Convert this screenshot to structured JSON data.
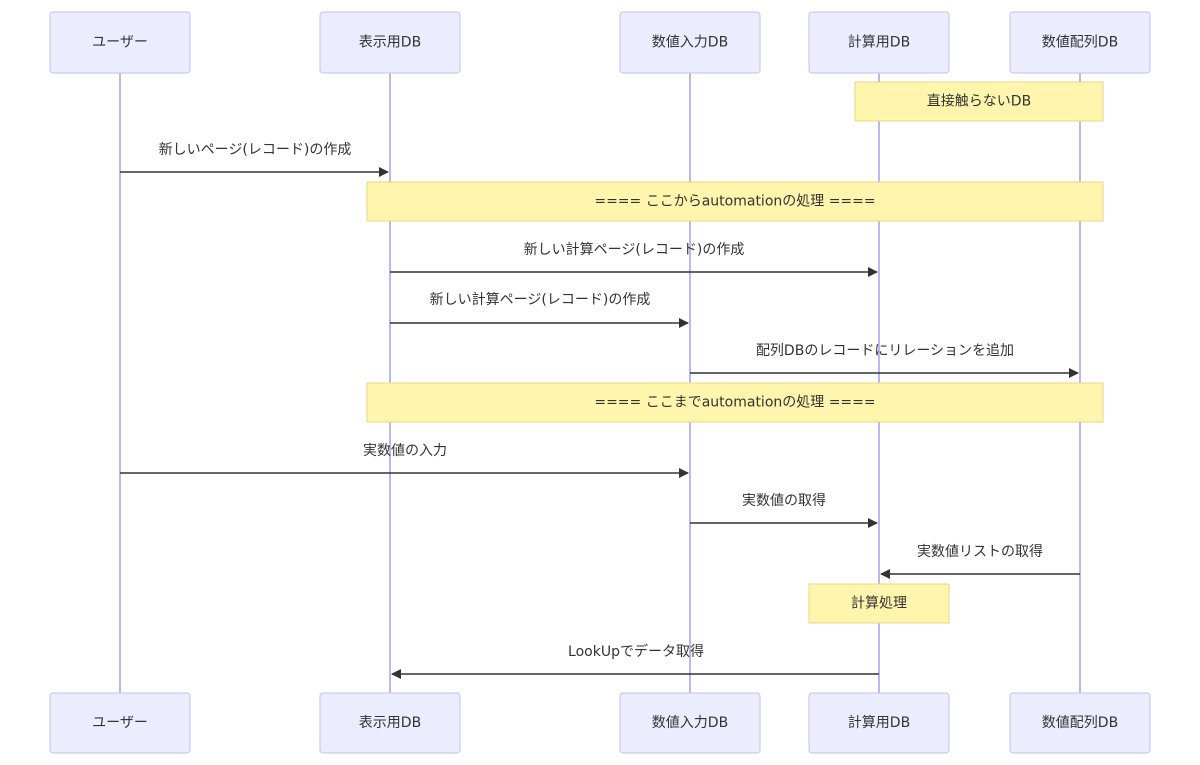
{
  "actors": [
    {
      "id": "user",
      "label": "ユーザー"
    },
    {
      "id": "display",
      "label": "表示用DB"
    },
    {
      "id": "input",
      "label": "数値入力DB"
    },
    {
      "id": "calc",
      "label": "計算用DB"
    },
    {
      "id": "array",
      "label": "数値配列DB"
    }
  ],
  "notes": [
    {
      "id": "no-direct",
      "label": "直接触らないDB"
    },
    {
      "id": "automation-start",
      "label": "==== ここからautomationの処理 ===="
    },
    {
      "id": "automation-end",
      "label": "==== ここまでautomationの処理 ===="
    },
    {
      "id": "calc-process",
      "label": "計算処理"
    }
  ],
  "messages": [
    {
      "id": "m1",
      "from": "user",
      "to": "display",
      "label": "新しいページ(レコード)の作成"
    },
    {
      "id": "m2",
      "from": "display",
      "to": "calc",
      "label": "新しい計算ページ(レコード)の作成"
    },
    {
      "id": "m3",
      "from": "display",
      "to": "input",
      "label": "新しい計算ページ(レコード)の作成"
    },
    {
      "id": "m4",
      "from": "input",
      "to": "array",
      "label": "配列DBのレコードにリレーションを追加"
    },
    {
      "id": "m5",
      "from": "user",
      "to": "input",
      "label": "実数値の入力"
    },
    {
      "id": "m6",
      "from": "input",
      "to": "calc",
      "label": "実数値の取得"
    },
    {
      "id": "m7",
      "from": "array",
      "to": "calc",
      "label": "実数値リストの取得"
    },
    {
      "id": "m8",
      "from": "calc",
      "to": "display",
      "label": "LookUpでデータ取得"
    }
  ]
}
